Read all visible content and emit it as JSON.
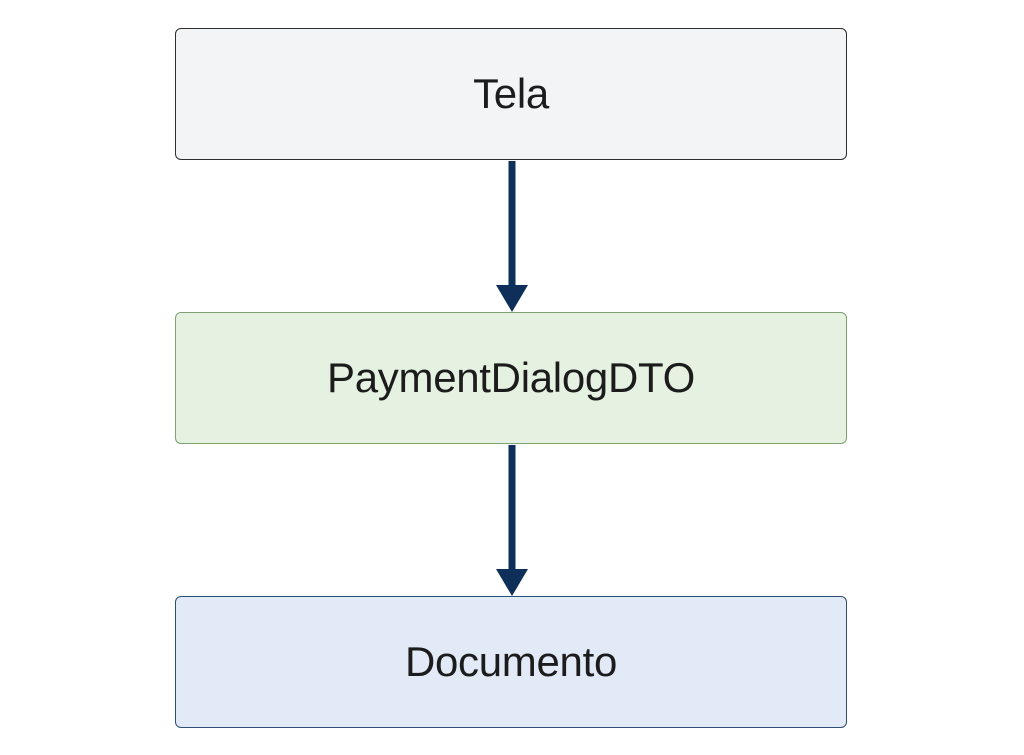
{
  "diagram": {
    "nodes": [
      {
        "label": "Tela",
        "fill": "#f3f4f6",
        "border": "#2d2d2d"
      },
      {
        "label": "PaymentDialogDTO",
        "fill": "#e6f2e1",
        "border": "#7fa070"
      },
      {
        "label": "Documento",
        "fill": "#e2eaf8",
        "border": "#2d4f78"
      }
    ],
    "edges": [
      {
        "from": "Tela",
        "to": "PaymentDialogDTO"
      },
      {
        "from": "PaymentDialogDTO",
        "to": "Documento"
      }
    ],
    "arrow_color": "#0e2f5a"
  }
}
